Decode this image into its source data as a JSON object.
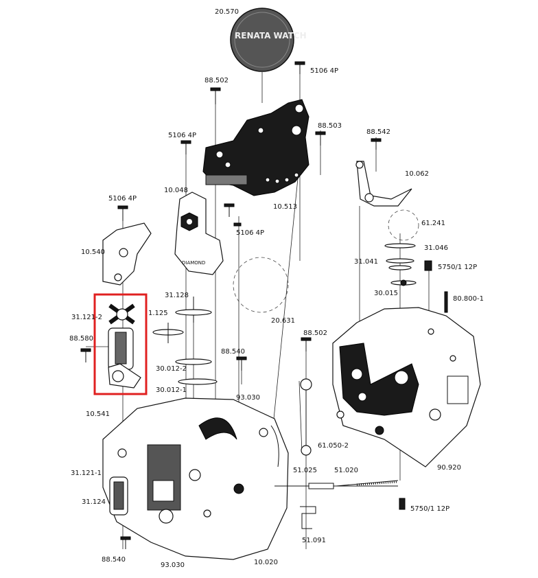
{
  "logo_text": "RENATA WATCH",
  "labels": {
    "l20570": "20.570",
    "l5106_top": "5106 4P",
    "l88502_top": "88.502",
    "l88503": "88.503",
    "l88542": "88.542",
    "l10062": "10.062",
    "l5106_mid": "5106 4P",
    "l10048": "10.048",
    "l10513": "10.513",
    "l5106_left": "5106 4P",
    "l5106_r": "5106 4P",
    "l61241": "61.241",
    "l10540": "10.540",
    "l31046": "31.046",
    "l31041": "31.041",
    "l5750_top": "5750/1 12P",
    "l31128": "31.128",
    "l30015": "30.015",
    "l80800": "80.800-1",
    "l31121_2": "31.121-2",
    "l1125": "1.125",
    "l20631": "20.631",
    "l88580": "88.580",
    "l88502_mid": "88.502",
    "l88540_mid": "88.540",
    "l30012_2": "30.012-2",
    "l30012_1": "30.012-1",
    "l93030_mid": "93.030",
    "l10541": "10.541",
    "l61050": "61.050-2",
    "l31121_1": "31.121-1",
    "l51025": "51.025",
    "l51020": "51.020",
    "l90920": "90.920",
    "l31124": "31.124",
    "l5750_bot": "5750/1 12P",
    "l51091": "51.091",
    "l88540_bot": "88.540",
    "l93030_bot": "93.030",
    "l10020": "10.020"
  },
  "colors": {
    "line": "#111111",
    "highlight": "#e02020",
    "background": "#ffffff"
  }
}
